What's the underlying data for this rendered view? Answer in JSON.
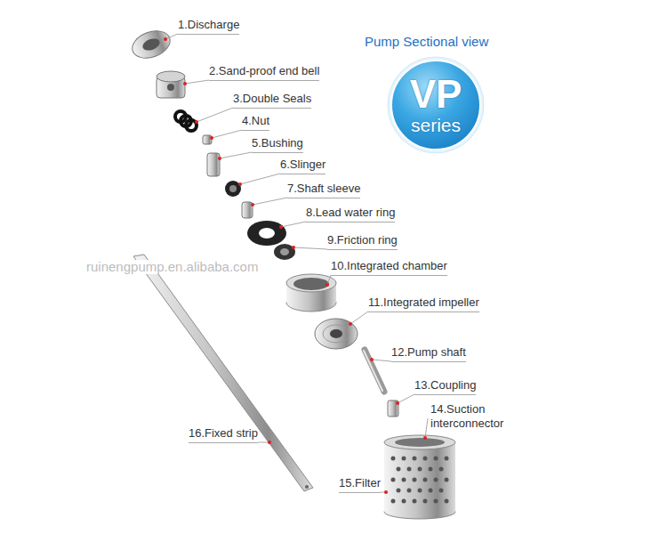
{
  "diagram": {
    "title": "Pump Sectional view",
    "nodes": [
      {
        "text": [
          "VP",
          "series"
        ]
      }
    ],
    "labels": [
      "1.Discharge",
      "2.Sand-proof end bell",
      "3.Double Seals",
      "4.Nut",
      "5.Bushing",
      "6.Slinger",
      "7.Shaft sleeve",
      "8.Lead water ring",
      "9.Friction ring",
      "10.Integrated chamber",
      "11.Integrated impeller",
      "12.Pump shaft",
      "13.Coupling",
      "14.Suction interconnector",
      "15.Filter",
      "16.Fixed strip",
      "ruinengpump.en.alibaba.com"
    ]
  }
}
